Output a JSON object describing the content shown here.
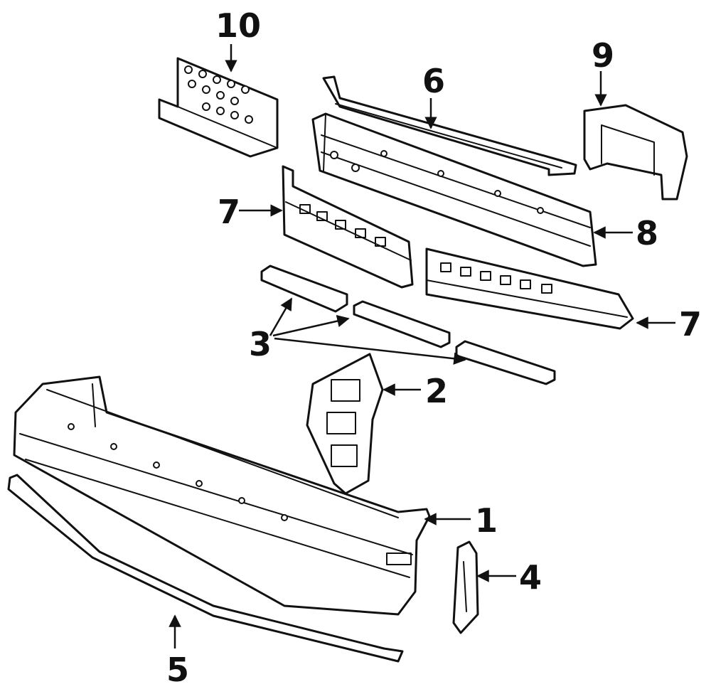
{
  "diagram": {
    "labels": {
      "p1": "1",
      "p2": "2",
      "p3": "3",
      "p4": "4",
      "p5": "5",
      "p6": "6",
      "p7_left": "7",
      "p7_right": "7",
      "p8": "8",
      "p9": "9",
      "p10": "10"
    }
  }
}
